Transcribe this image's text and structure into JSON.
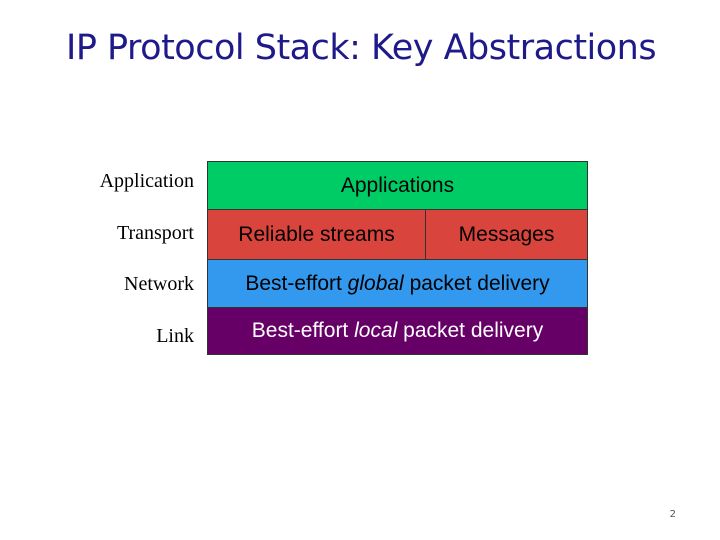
{
  "title": "IP Protocol Stack: Key Abstractions",
  "layers": [
    {
      "name": "Application"
    },
    {
      "name": "Transport"
    },
    {
      "name": "Network"
    },
    {
      "name": "Link"
    }
  ],
  "boxes": {
    "application": {
      "text": "Applications",
      "color": "#00cc66"
    },
    "reliable": {
      "text": "Reliable streams",
      "color": "#d9443c"
    },
    "messages": {
      "text": "Messages",
      "color": "#d9443c"
    },
    "network": {
      "before": "Best-effort ",
      "emph": "global",
      "after": " packet delivery",
      "color": "#3399ee"
    },
    "link": {
      "before": "Best-effort ",
      "emph": "local",
      "after": " packet delivery",
      "color": "#660066"
    }
  },
  "page_number": "2"
}
